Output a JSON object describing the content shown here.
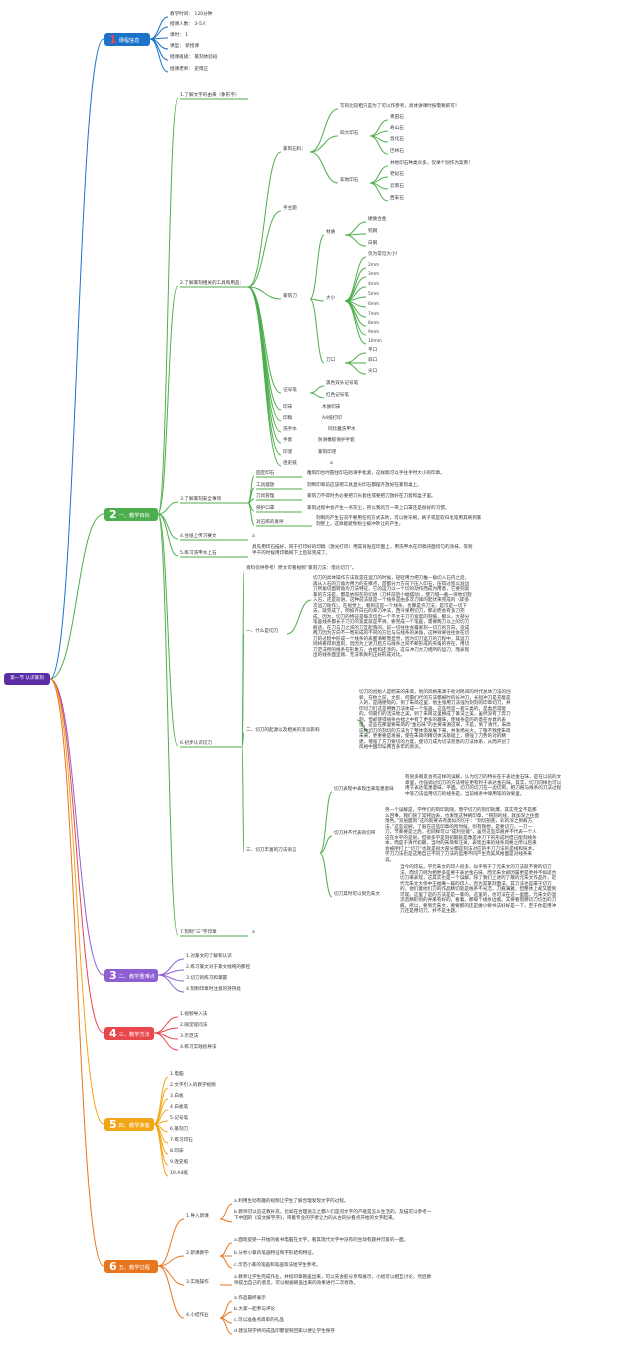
{
  "root": "第一节 认识篆刻",
  "colors": {
    "blue": "#1a73c8",
    "green": "#4cae4c",
    "purple": "#8e5fd2",
    "red": "#e8474d",
    "orange": "#f2a516",
    "dark_orange": "#e8761f",
    "root": "#5b2ea6"
  },
  "branches": {
    "b1": {
      "num": "1",
      "label": "课程信息",
      "items": [
        "教学时间：      120分钟",
        "授课人数：      3-5人",
        "课时：      1",
        "课型：      新授课",
        "授课班级：      篆刻体验班",
        "授课老师：      史雨正"
      ]
    },
    "b2": {
      "num": "2",
      "label": "一、教学目标",
      "g1": "1.了解文字的由来（象形字）",
      "g2": "2.了解篆刻相关的工具和用品：",
      "g2_stone": "篆刻石料：",
      "g2_stone_note": "写的比较粗只是为了可以作参考，具体讲课时按需要即可！",
      "g2_four": "四大印石",
      "g2_four_items": [
        "青田石",
        "寿山石",
        "昌化石",
        "巴林石"
      ],
      "g2_other": "非地印石",
      "g2_other_note": "并地印石种类众多，仅举个别作为案例！",
      "g2_other_items": [
        "老挝石",
        "云南石",
        "西安石"
      ],
      "g2_ding": "手主题",
      "g2_knife": "篆刻刀",
      "g2_mat": "材质",
      "g2_mat_items": [
        "硬质合金",
        "钨钢",
        "白钢"
      ],
      "g2_size": "大小",
      "g2_size_note": "仅为常见大小！",
      "g2_size_items": [
        "2mm",
        "3mm",
        "4mm",
        "5mm",
        "6mm",
        "7mm",
        "8mm",
        "9mm",
        "10mm"
      ],
      "g2_edge": "刀口",
      "g2_edge_items": [
        "平口",
        "斜口",
        "尖口"
      ],
      "g2_pen": "记号笔",
      "g2_pen_items": [
        "黑色双头记号笔",
        "红色记号笔"
      ],
      "g2_misc": [
        {
          "k": "印床",
          "v": "木质印床"
        },
        {
          "k": "印稿",
          "v": "A4纸打印"
        },
        {
          "k": "洗手水",
          "v": "同比雅洗甲水"
        },
        {
          "k": "手套",
          "v": "防滑橡胶保护手套"
        },
        {
          "k": "印泥",
          "v": "篆刻印泥"
        },
        {
          "k": "连史纸",
          "v": "a"
        }
      ],
      "g3": "3.了解篆刻安全事项",
      "g3_items": [
        {
          "k": "固定印石",
          "v": "雕刻印台时握住印石防滑手松紧，这样能可以手往手时大小的印章。"
        },
        {
          "k": "工具摆放",
          "v": "刻制印章前应该把工具直尖印石都摆齐放好在篆刻桌上。"
        },
        {
          "k": "刀具管理",
          "v": "篆刻刀不得时务必要把刀头套住或要把刀放好在刀套和盒子里。"
        },
        {
          "k": "保护口罩",
          "v": "篆刻过程中会产生一点灰尘，所以我的万一带上口罩还是很好的习惯。"
        }
      ],
      "g3_last_k": "对石练的发呼",
      "g3_last_v": "刻制的产生石况不要用任何方式去吹，可以要牙刷，刷子或是软归毛笔用其刷到篆刻壁上，这样能避免粉尘被冲吹让的产生。",
      "g4": "4.台纸上传习赛文",
      "g4_tail": "a",
      "g5": "5.练习洗甲水上石",
      "g5_text": "具先用印石描好，同于打印好的印稿（激光打印）用其背贴在印面上，用洗甲水在印稿背面均匀的涂抹，等到半干的时候用印稿揭下上后就完成了。",
      "g6": "6.初步认识切刀",
      "g6_ref": "资料仅供参考！原文可看视频“篆刻刀法：借论切刀”。",
      "g6_what": "一、什么是切刀",
      "g6_what_text": "切刀的具体操作方法就是在运刀的时候，轻轻用力把刀推一角切入石内之后，再从入石的刀角为用力的支撑点，首都分力方向下压入印石，压得过程以准边刀所角切面转角为刀法特征，它的运刀以一个切的动作而成为用意，它要刻高篆的方法是，都是依照在的切进（刀杆前后小幅摆动），使刀缝一截一块地切割入石，还是前进。这种前法就是一个线条是由多次刀锋的起伏来完成的（即多次运刀动作）。在视觉上，看到这是一个线条，也算是许刀法，是可是一切下去，就完成了。例如齐白石的单刀冲法，西泠果用切刀，那必而会有多刀完成。因为，切刀的特征是每次切出一个不大于刀刃宽度的刻痕，那么，大部分笔画线条都长于刀刃的宽度就是平滑，要完成一个笔画，需要两刀以上的切刀痕迹。在刀与刀之间的刀互起落间，前一切往往会露离刻一切刀的方向，造成两刀因为方向不一而形成的不同的方位与与线条的关角，这种效果往往会在切刀的过程中形成一个线条的表面清断而显然，因为切刀运刀的刀程中，其运刀则将看得到直刻，因因为上述刀后方与线条之间不断形成的夹角的存在，用切刀范法所的线条在形象方，古拙和还涉的，这与冲刀大刀相所的运刀，而表现出的线条面坚刚、无法和爽利正好形成对比。",
      "g6_orig": "二、切刀的起源以及相关的流派影响",
      "g6_orig_text": "切刀的创始人是明末的朱简，他的风格来源于他对民间的时代总体刀法的创新。在他之前，文彭、何震们代的方法都被时的长冲刀，长短冲刀是充能是入的，是随便刻的，到了朱简这里，他主张用刀法强为刻刻的印章切刀，并印切刀们这是用数刀法体成一个笔画，这些然是一套三类的，是类后常能的。何震们的活法地之美，到了朱简这里换成了篆法之美，虽然没有了奔刀刻，但却使得线条古拙之中有了更多的趣味，使线条是的的意在亦意的表现。这些在那里要朱简的“金石味”的主要来源这来，于是，到了清代，朱简这种切刀的刻切的方法为了整体渐发展下来，并发扬光大，丁敬不我使朱简未来，更重要是发展，使在朱简的精切体法基础上，增强了刀势的对的精建，增强了方刀要切的力度，使切刀成为切法完善的刀法体系，从而开创了风格中国印坛两百多年的浙派。",
      "g6_feat": "三、切刀丰富的刀法语言",
      "g6_f1": "切刀表现中表现出来笔墨意味",
      "g6_f1_text": "有很多朋友会有这样的误解，认为切刀的特长在于表达金石味，是在以前的文章里，也强调过切刀的方法特征更有利于表达金石味。其实，切刀同样也可以用于表达笔墨意味，平面。切刀的切刀在一边切到，把刀痕与线条的刀法过程中等刀法运用切刀的线条是，当前线条中锋用笔的效果里。",
      "g6_f2": "切刀并不代表的切带",
      "g6_f2_text": "另一个误解是，学伴们的刻印就随，而学切刀的刻印就爆，其实完全不是那么回事，我们除了常钝边表，也发现这种刷印章，“钝刻的线，就加深之往面落色。”双层面刻”这的就要去有类似的切于：“刻切剖底，彩的深之到痕方法。”这些说刷，了般在这些印章的所时候，别有我想，是要切刀，一刀一刀，节奏要是之后，也同样可以“成利豆能”，虽然这些华痕并不代表一个人这在水平的是很，但很多学是刻初期就是像是冲刀下的形成利但已能刻线条本，而是于清代初期，当时的朱简和汪关，表现出来的线条风格之所以后来会被所打上“切刀”也就是很大部分都是刻法对应的手刀刀法的是线和技术，学刀刀法也是这用自己不同了刀法的运用不同产生完美风格面是对线条来说。",
      "g6_f3": "切刀其时可以到元朱文",
      "g6_f3_text": "当今的印坛，学元朱文的印人很多，似乎到于了元朱文的刀法就不要的切刀法，而切刀则为相更多是要于表达金石味，而元朱文却因属更是更并不如适合切刀来表现，这其实也是一个误解。除了我们上述的了散的元朱文作品外，近代元朱文大师中王福庵一篇的印人，因为其篆刻面法，其刀法也是属于切刀的。他们着他们刀的作品精切就是线条不光洁，刀痕满雅，但整体上却又面到可观。这里了是的方法是是一篆的。这里的，也可法在这一里面，元朱文的温流造精形别的并来有好的，看着，那每个线条边痕。又要看借哪切刀切出的刀痕，所以，要到元朱文，要要那的还是做小要书法好好是一下，至于你是用冲刀还是用切刀，并不是主题。",
      "g7": "7.刻制“三”字印章",
      "g7_tail": "a"
    },
    "b3": {
      "num": "3",
      "label": "二、教学重难点",
      "items": [
        "1.对篆文的了解和认识",
        "2.练习篆文对于篆文线纯的那控",
        "3.切刀的练习和掌握",
        "4.刻制印章时注意的持持处"
      ]
    },
    "b4": {
      "num": "4",
      "label": "三、教学方法",
      "items": [
        "1.视频导入法",
        "2.随堂提问法",
        "3.示范法",
        "4.练习实践指导法"
      ]
    },
    "b5": {
      "num": "5",
      "label": "四、教学准备",
      "items": [
        "1.电脑",
        "2.文字引入的教学视频",
        "3.白板",
        "4.白板笔",
        "5.记号笔",
        "6.篆刻刀",
        "7.练习印石",
        "8.印床",
        "9.连史纸",
        "10.A4纸"
      ]
    },
    "b6": {
      "num": "6",
      "label": "五、教学过程",
      "s1": "1.导入新课",
      "s1_items": [
        "a.利用生动有趣的视频让学生了解合理发现文字的过程。",
        "b.教师可以追这教补充，比如在合理语言之都人们是问文字的产能是怎么生活的，及描可以参考一下中国的《说文解字序》，带着专业的学者让力的从古同分看点开始的文字起来。"
      ],
      "s2": "2.新课教学",
      "s2_items": [
        "a.面现提受一开始的板书电脑在文字，看其现代文字中没有的生动有题并可爱的一面。",
        "b.分析小篆的笔画特征和字形结构特征。",
        "c.示范小篆的笔画和笔画等法给学生参考。"
      ],
      "s3": "3.实践操作",
      "s3_items": [
        "a.教师让学生完成作业，并指印章教盖出来，可以先会胶分享和展示，小组可以相互讨论，然后教师提出自己的意见，可以根据刷盖出来的效果进行二次修改。"
      ],
      "s4": "4.小结作业",
      "s4_items": [
        "a.作品最终展示",
        "b.大家一起参与评论",
        "c.可以准备点简单的礼品",
        "d.建议同学终的成品印都留到回家以便让学生保存"
      ]
    }
  }
}
